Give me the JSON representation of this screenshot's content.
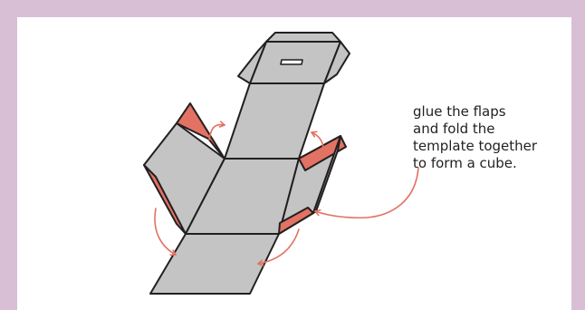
{
  "caption": {
    "text": "glue the flaps\nand fold the\ntemplate together\nto form a cube."
  },
  "colors": {
    "page_border": "#d8bfd6",
    "face_fill": "#c4c4c4",
    "flap_fill": "#e27263",
    "outline": "#231f20",
    "arrow": "#e27263"
  },
  "icons": [
    "cube-net",
    "fold-arrow"
  ]
}
